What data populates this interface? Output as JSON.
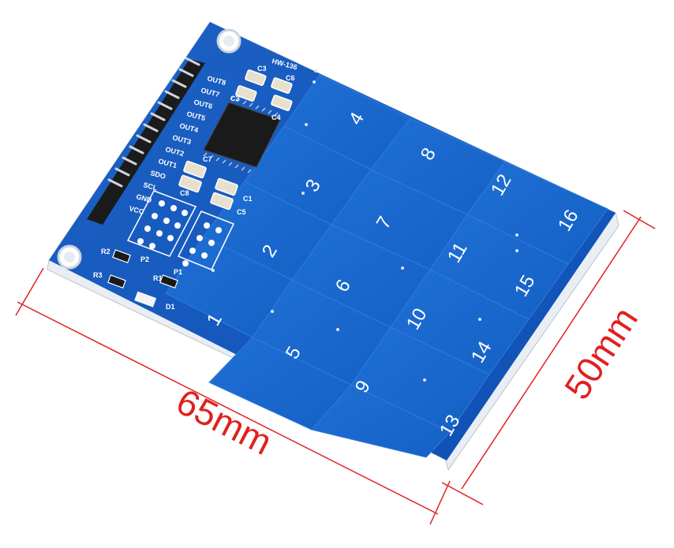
{
  "image": {
    "dimensions": {
      "width": "65mm",
      "height": "50mm"
    },
    "board": {
      "model": "HW-136",
      "pins": [
        "OUT8",
        "OUT7",
        "OUT6",
        "OUT5",
        "OUT4",
        "OUT3",
        "OUT2",
        "OUT1",
        "SDO",
        "SCL",
        "GND",
        "VCC"
      ],
      "component_labels": [
        "C3",
        "C6",
        "C2",
        "C4",
        "C7",
        "C8",
        "C1",
        "C5",
        "R2",
        "R3",
        "R1",
        "P2",
        "P1",
        "D1"
      ],
      "pad_numbers": [
        "1",
        "2",
        "3",
        "4",
        "5",
        "6",
        "7",
        "8",
        "9",
        "10",
        "11",
        "12",
        "13",
        "14",
        "15",
        "16"
      ]
    }
  }
}
